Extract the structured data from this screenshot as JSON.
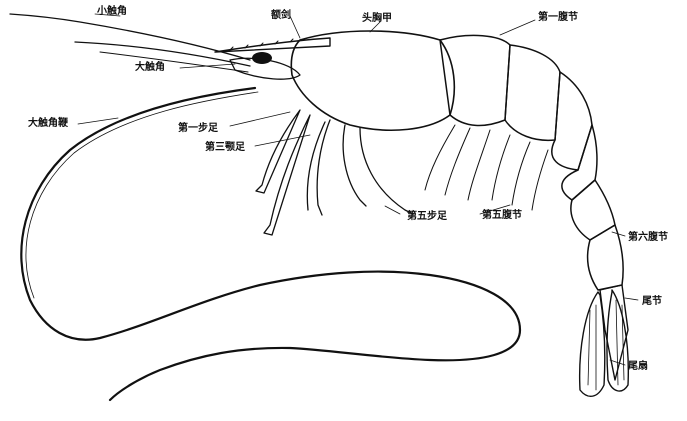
{
  "diagram": {
    "labels": {
      "small_antenna": "小触角",
      "rostrum": "额剑",
      "carapace": "头胸甲",
      "first_abdominal_segment": "第一腹节",
      "large_antenna": "大触角",
      "antennal_scale": "大触角鞭",
      "first_walking_leg": "第一步足",
      "third_maxilliped": "第三颚足",
      "fifth_walking_leg": "第五步足",
      "fifth_abdominal_segment": "第五腹节",
      "sixth_abdominal_segment": "第六腹节",
      "telson": "尾节",
      "uropod": "尾扇"
    },
    "colors": {
      "ink": "#111111",
      "background": "#ffffff"
    }
  }
}
